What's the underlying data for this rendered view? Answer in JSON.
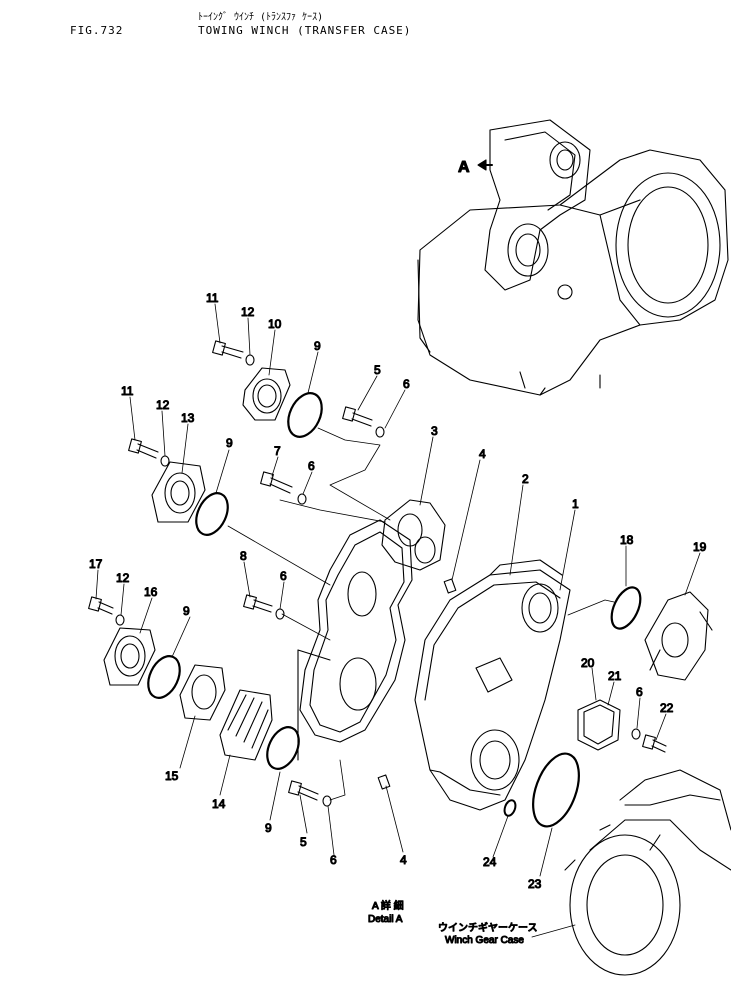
{
  "header": {
    "fig_no": "FIG.732",
    "title_jp": "ﾄｰｲﾝｸﾞ ｳｲﾝﾁ (ﾄﾗﾝｽﾌｧ ｹｰｽ)",
    "title_en": "TOWING WINCH (TRANSFER CASE)"
  },
  "view_marker": "A",
  "detail_label": {
    "jp": "A 詳 細",
    "en": "Detail  A"
  },
  "winch_gear_case_label": {
    "jp": "ウインチギヤーケース",
    "en": "Winch Gear Case"
  },
  "callouts": {
    "c1": "1",
    "c2": "2",
    "c3": "3",
    "c4a": "4",
    "c4b": "4",
    "c5a": "5",
    "c5b": "5",
    "c6a": "6",
    "c6b": "6",
    "c6c": "6",
    "c6d": "6",
    "c6e": "6",
    "c7": "7",
    "c8": "8",
    "c9a": "9",
    "c9b": "9",
    "c9c": "9",
    "c9d": "9",
    "c10": "10",
    "c11a": "11",
    "c11b": "11",
    "c12a": "12",
    "c12b": "12",
    "c12c": "12",
    "c13": "13",
    "c14": "14",
    "c15": "15",
    "c16": "16",
    "c17": "17",
    "c18": "18",
    "c19": "19",
    "c20": "20",
    "c21": "21",
    "c22": "22",
    "c23": "23",
    "c24": "24"
  }
}
